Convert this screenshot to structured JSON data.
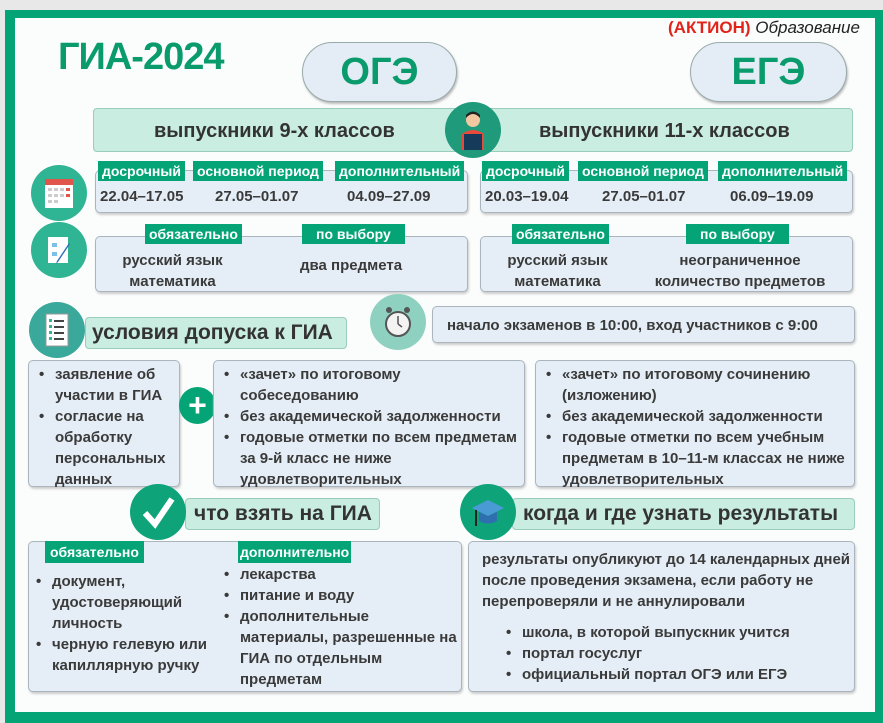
{
  "logo": {
    "brand": "(АКТИОН)",
    "sub": "Образование"
  },
  "title": "ГИА-2024",
  "oge": "ОГЭ",
  "ege": "ЕГЭ",
  "banner": {
    "left": "выпускники 9-х классов",
    "right": "выпускники 11-х классов"
  },
  "dates": {
    "oge": [
      {
        "label": "досрочный",
        "value": "22.04–17.05"
      },
      {
        "label": "основной период",
        "value": "27.05–01.07"
      },
      {
        "label": "дополнительный",
        "value": "04.09–27.09"
      }
    ],
    "ege": [
      {
        "label": "досрочный",
        "value": "20.03–19.04"
      },
      {
        "label": "основной период",
        "value": "27.05–01.07"
      },
      {
        "label": "дополнительный",
        "value": "06.09–19.09"
      }
    ]
  },
  "subjects": {
    "oge": {
      "req_label": "обязательно",
      "req_1": "русский язык",
      "req_2": "математика",
      "opt_label": "по выбору",
      "opt": "два предмета"
    },
    "ege": {
      "req_label": "обязательно",
      "req_1": "русский язык",
      "req_2": "математика",
      "opt_label": "по выбору",
      "opt_1": "неограниченное",
      "opt_2": "количество предметов"
    }
  },
  "admission": {
    "title": "условия допуска к ГИА",
    "common": [
      "заявление об участии в ГИА",
      "согласие на обработку персональных данных"
    ],
    "oge": [
      "«зачет» по итоговому собеседованию",
      "без академической задолженности",
      "годовые отметки по всем предметам за 9-й класс не ниже удовлетворительных"
    ],
    "ege": [
      "«зачет» по итоговому сочинению (изложению)",
      "без академической задолженности",
      "годовые отметки по всем учебным предметам в 10–11-м классах не ниже удовлетворительных"
    ]
  },
  "start": "начало экзаменов в 10:00, вход участников с 9:00",
  "bring": {
    "title": "что взять на ГИА",
    "req_label": "обязательно",
    "req": [
      "документ, удостоверяющий личность",
      "черную гелевую или капиллярную ручку"
    ],
    "add_label": "дополнительно",
    "add": [
      "лекарства",
      "питание и воду",
      "дополнительные материалы, разрешенные на ГИА по отдельным предметам"
    ]
  },
  "results": {
    "title": "когда и где узнать результаты",
    "text": "результаты опубликуют до 14 календарных дней после проведения экзамена, если работу не перепроверяли и не аннулировали",
    "where": [
      "школа, в которой выпускник учится",
      "портал госуслуг",
      "официальный портал ОГЭ или ЕГЭ"
    ]
  }
}
